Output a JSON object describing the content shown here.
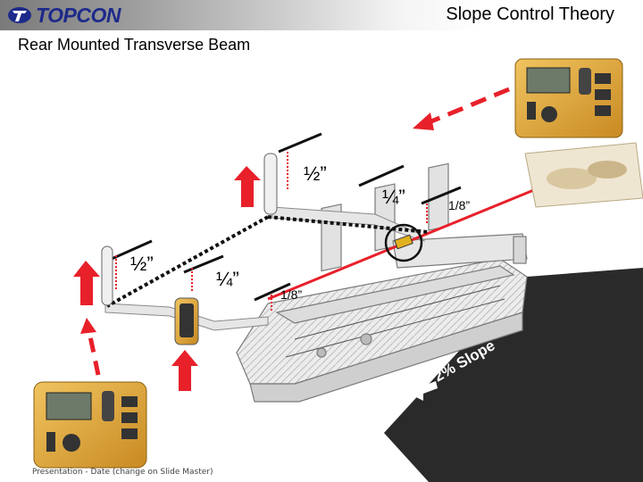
{
  "header": {
    "logo_text": "TOPCON",
    "title": "Slope Control Theory"
  },
  "subtitle": "Rear Mounted Transverse Beam",
  "labels": {
    "half_top": "½”",
    "quarter_top": "¼”",
    "eighth_top": "1/8”",
    "half_left": "½”",
    "quarter_left": "¼”",
    "eighth_left": "1/8”"
  },
  "slope_text": "2% Slope",
  "footer": "Presentation - Date (change on Slide Master)",
  "colors": {
    "accent_red": "#e8202a",
    "brand_blue": "#1d2a8a",
    "control_box": "#e8b04a"
  }
}
